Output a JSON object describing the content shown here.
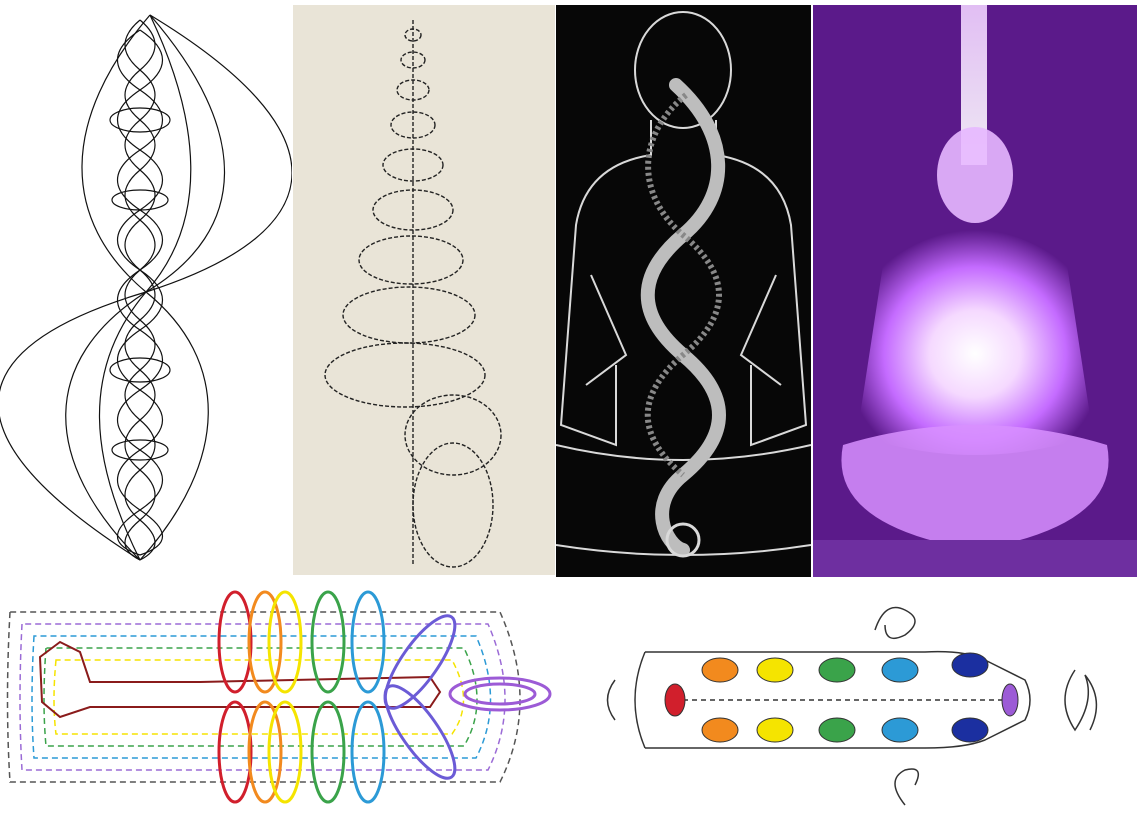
{
  "panels": {
    "helix_lines": {
      "icon": "double-helix-wave-lines"
    },
    "vortex_sketch": {
      "icon": "toroidal-vortex-sketch"
    },
    "spine_serpent": {
      "icon": "meditating-figure-spinal-serpent"
    },
    "glowing_figure": {
      "icon": "glowing-meditating-figure"
    },
    "chakra_energy_field": {
      "icon": "reclining-body-chakra-field-lines"
    },
    "chakra_diagram": {
      "icon": "body-outline-chakra-circles"
    }
  },
  "colors": {
    "line_black": "#111111",
    "sketch_bg": "#e9e4d7",
    "dark_bg": "#070707",
    "serpent_gray": "#bdbdbd",
    "violet_glow": "#c46bff",
    "purple_bg": "#5b1a8a",
    "chakra_red": "#d11f2c",
    "chakra_orange": "#f28a1e",
    "chakra_yellow": "#f5e400",
    "chakra_green": "#3aa34a",
    "chakra_blue": "#2c9ad6",
    "chakra_indigo": "#1b2fa0",
    "chakra_violet": "#9c5bd6"
  }
}
